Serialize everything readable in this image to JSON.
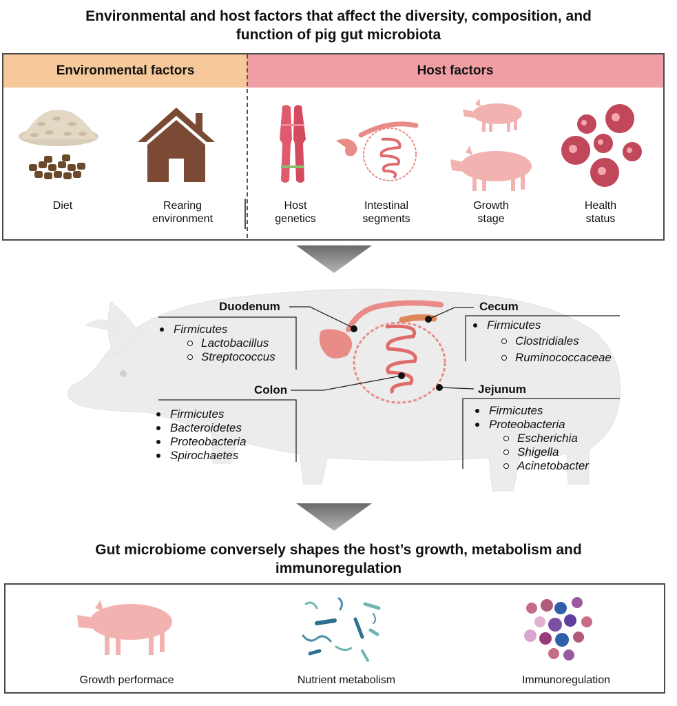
{
  "title_top": [
    "Environmental and host factors that affect the diversity, composition, and",
    "function of pig gut microbiota"
  ],
  "env_header": "Environmental factors",
  "host_header": "Host factors",
  "factors": [
    {
      "line1": "Diet",
      "line2": ""
    },
    {
      "line1": "Rearing",
      "line2": "environment"
    },
    {
      "line1": "Host",
      "line2": "genetics"
    },
    {
      "line1": "Intestinal",
      "line2": "segments"
    },
    {
      "line1": "Growth",
      "line2": "stage"
    },
    {
      "line1": "Health",
      "line2": "status"
    }
  ],
  "segments": {
    "duodenum": {
      "name": "Duodenum",
      "taxa": [
        "Firmicutes",
        "Lactobacillus",
        "Streptococcus"
      ]
    },
    "colon": {
      "name": "Colon",
      "taxa": [
        "Firmicutes",
        "Bacteroidetes",
        "Proteobacteria",
        "Spirochaetes"
      ]
    },
    "cecum": {
      "name": "Cecum",
      "taxa": [
        "Firmicutes",
        "Clostridiales",
        "Ruminococcaceae"
      ]
    },
    "jejunum": {
      "name": "Jejunum",
      "taxa": [
        "Firmicutes",
        "Proteobacteria",
        "Escherichia",
        "Shigella",
        "Acinetobacter"
      ]
    }
  },
  "title_bottom": [
    "Gut microbiome conversely shapes the host’s growth, metabolism and",
    "immunoregulation"
  ],
  "outcomes": [
    "Growth performace",
    "Nutrient metabolism",
    "Immunoregulation"
  ],
  "colors": {
    "env_header_bg": "#f6c89a",
    "host_header_bg": "#ef9fa4",
    "house": "#7a4a35",
    "chromosome": "#e05a6e",
    "gut": "#e98b86",
    "pig_pink": "#f2b3b0",
    "virus": "#c0485a",
    "big_pig": "#ececec"
  }
}
